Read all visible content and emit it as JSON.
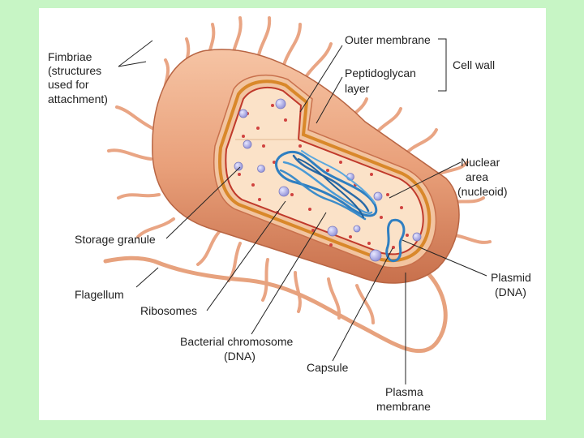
{
  "labels": {
    "fimbriae": [
      "Fimbriae",
      "(structures",
      "used for",
      "attachment)"
    ],
    "outer_membrane": "Outer membrane",
    "peptidoglycan": [
      "Peptidoglycan",
      "layer"
    ],
    "cell_wall": "Cell wall",
    "nuclear_area": [
      "Nuclear",
      "area",
      "(nucleoid)"
    ],
    "storage_granule": "Storage granule",
    "flagellum": "Flagellum",
    "ribosomes": "Ribosomes",
    "bacterial_chromosome": [
      "Bacterial chromosome",
      "(DNA)"
    ],
    "capsule": "Capsule",
    "plasmid": [
      "Plasmid",
      "(DNA)"
    ],
    "plasma_membrane": [
      "Plasma",
      "membrane"
    ]
  },
  "colors": {
    "background": "#c7f5c5",
    "capsule": "#e9a07a",
    "cytoplasm": "#fbe2c8",
    "dna": "#2f7fc1",
    "granule": "#a9a9e6",
    "ribosome": "#d0423f"
  }
}
